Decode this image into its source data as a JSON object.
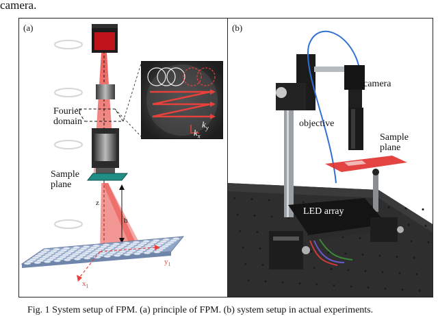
{
  "header_fragment": "camera.",
  "panel_a": {
    "label": "(a)",
    "fourier_domain": [
      "Fourier",
      "domain"
    ],
    "sample_plane": [
      "Sample",
      "plane"
    ],
    "z_label": "z",
    "h_label": "h",
    "y_axis": "y",
    "y_sub": "1",
    "x_axis": "x",
    "x_sub": "1",
    "k_y": "k",
    "k_y_sub": "y",
    "k_x": "k",
    "k_x_sub": "x"
  },
  "panel_b": {
    "label": "(b)",
    "camera": "camera",
    "objective": "objective",
    "sample_plane": [
      "Sample",
      "plane"
    ],
    "led_array": "LED array"
  },
  "caption": "Fig. 1 System setup of FPM. (a) principle of FPM. (b) system setup in actual experiments.",
  "colors": {
    "beam_red": "#e8413c",
    "camera_red": "#c0141b",
    "sample_teal": "#1f8f86",
    "led_board_blue": "#8fa6c8",
    "fourier_bg": "#2a2a2a"
  }
}
